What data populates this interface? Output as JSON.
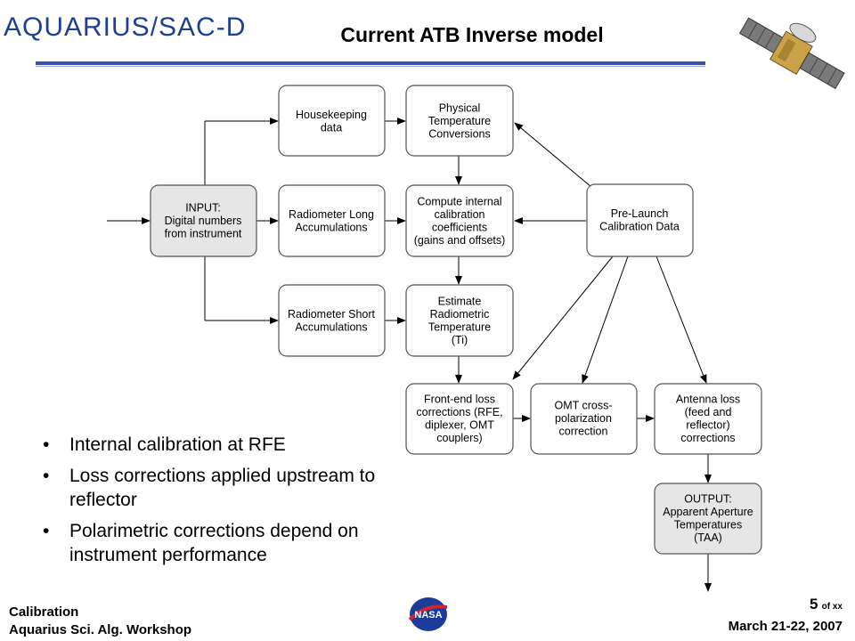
{
  "header": {
    "logo_text": "AQUARIUS/SAC-D",
    "title": "Current ATB Inverse model"
  },
  "diagram": {
    "nodes": {
      "input": [
        "INPUT:",
        "Digital numbers",
        "from instrument"
      ],
      "housekeeping": [
        "Housekeeping",
        "data"
      ],
      "rad_long": [
        "Radiometer Long",
        "Accumulations"
      ],
      "rad_short": [
        "Radiometer Short",
        "Accumulations"
      ],
      "phys_temp": [
        "Physical",
        "Temperature",
        "Conversions"
      ],
      "compute_cal": [
        "Compute internal",
        "calibration",
        "coefficients",
        "(gains and offsets)"
      ],
      "estimate": [
        "Estimate",
        "Radiometric",
        "Temperature",
        "(Ti)"
      ],
      "prelaunch": [
        "Pre-Launch",
        "Calibration Data"
      ],
      "frontend": [
        "Front-end loss",
        "corrections (RFE,",
        "diplexer, OMT",
        "couplers)"
      ],
      "omt": [
        "OMT cross-",
        "polarization",
        "correction"
      ],
      "antenna": [
        "Antenna loss",
        "(feed and",
        "reflector)",
        "corrections"
      ],
      "output": [
        "OUTPUT:",
        "Apparent Aperture",
        "Temperatures",
        "(TAA)"
      ]
    }
  },
  "bullets": [
    "Internal calibration at RFE",
    "Loss corrections applied upstream to reflector",
    "Polarimetric corrections depend on instrument performance"
  ],
  "footer": {
    "left_line1": "Calibration",
    "left_line2": "Aquarius Sci. Alg. Workshop",
    "page_number": "5",
    "page_of": "of xx",
    "date": "March 21-22, 2007",
    "nasa_logo_text": "NASA"
  },
  "colors": {
    "title_rule": "#3d4fb0",
    "node_fill": "#ffffff",
    "node_shaded_fill": "#e6e6e6",
    "node_stroke": "#555555"
  }
}
